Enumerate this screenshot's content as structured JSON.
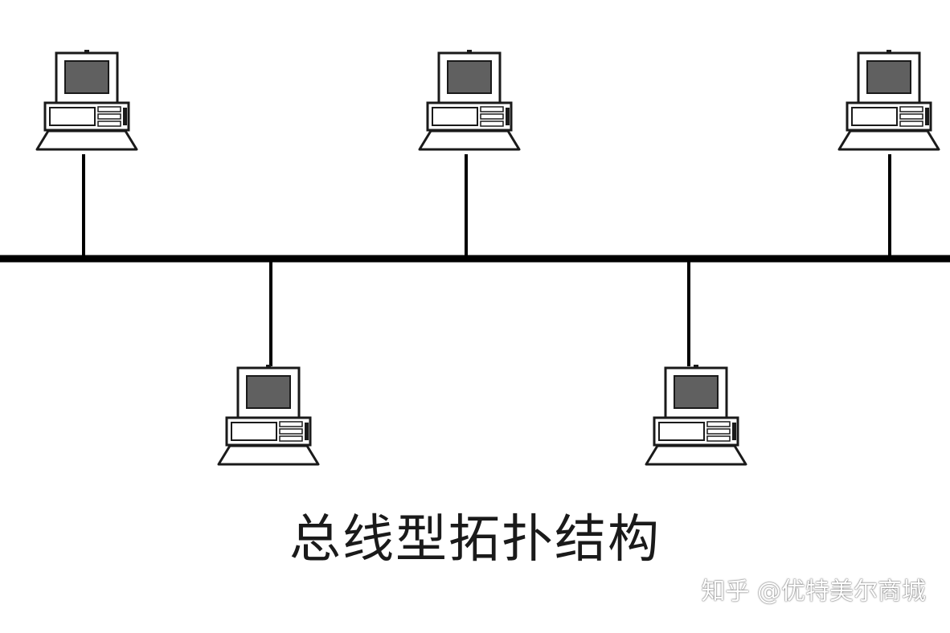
{
  "caption": "总线型拓扑结构",
  "watermark": "知乎 @优特美尔商城",
  "colors": {
    "line": "#000000",
    "screen": "#606060",
    "outline": "#1a1a1a",
    "fill": "#ffffff"
  },
  "nodes": [
    {
      "id": "computer-top-1",
      "icon": "computer-icon",
      "side": "above"
    },
    {
      "id": "computer-top-2",
      "icon": "computer-icon",
      "side": "above"
    },
    {
      "id": "computer-top-3",
      "icon": "computer-icon",
      "side": "above"
    },
    {
      "id": "computer-bottom-1",
      "icon": "computer-icon",
      "side": "below"
    },
    {
      "id": "computer-bottom-2",
      "icon": "computer-icon",
      "side": "below"
    }
  ]
}
